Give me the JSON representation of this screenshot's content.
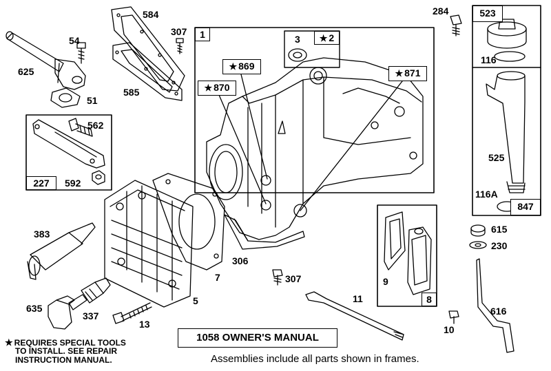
{
  "labels": {
    "p584": "584",
    "p307a": "307",
    "p54": "54",
    "p625": "625",
    "p51": "51",
    "p585": "585",
    "p562": "562",
    "p592": "592",
    "p383": "383",
    "p635": "635",
    "p337": "337",
    "p13": "13",
    "p5": "5",
    "p7": "7",
    "p306": "306",
    "p307b": "307",
    "p11": "11",
    "p10": "10",
    "p9": "9",
    "p284": "284",
    "p116": "116",
    "p525": "525",
    "p116a": "116A",
    "p615": "615",
    "p230": "230",
    "p616": "616",
    "p3": "3"
  },
  "frames": {
    "f1": "1",
    "f2": "2",
    "f869": "869",
    "f870": "870",
    "f871": "871",
    "f227": "227",
    "f8": "8",
    "f523": "523",
    "f847": "847"
  },
  "notes": {
    "special_tools_line1": "REQUIRES SPECIAL TOOLS",
    "special_tools_line2": "TO INSTALL.  SEE REPAIR",
    "special_tools_line3": "INSTRUCTION MANUAL.",
    "owners_manual": "1058 OWNER'S MANUAL",
    "assemblies": "Assemblies include all parts shown in frames."
  }
}
